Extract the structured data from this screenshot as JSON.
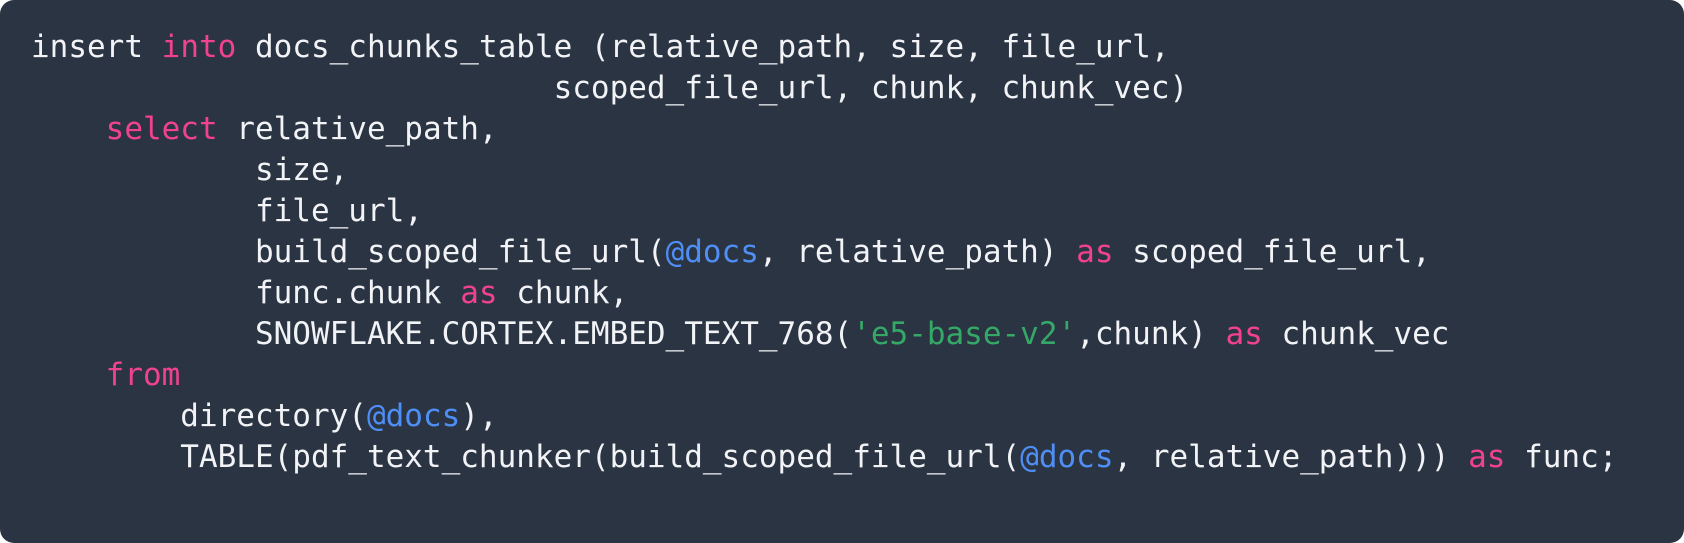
{
  "code_block": {
    "background": "#2b3442",
    "colors": {
      "plain": "#f1f3f6",
      "keyword": "#f1428f",
      "stage": "#4e8ef5",
      "string": "#35a868"
    },
    "lines": [
      {
        "tokens": [
          {
            "text": "insert ",
            "type": "plain"
          },
          {
            "text": "into",
            "type": "keyword"
          },
          {
            "text": " docs_chunks_table (relative_path, size, file_url,",
            "type": "plain"
          }
        ]
      },
      {
        "tokens": [
          {
            "text": "                            scoped_file_url, chunk, chunk_vec)",
            "type": "plain"
          }
        ]
      },
      {
        "tokens": [
          {
            "text": "    ",
            "type": "plain"
          },
          {
            "text": "select",
            "type": "keyword"
          },
          {
            "text": " relative_path, ",
            "type": "plain"
          }
        ]
      },
      {
        "tokens": [
          {
            "text": "            size,",
            "type": "plain"
          }
        ]
      },
      {
        "tokens": [
          {
            "text": "            file_url, ",
            "type": "plain"
          }
        ]
      },
      {
        "tokens": [
          {
            "text": "            build_scoped_file_url(",
            "type": "plain"
          },
          {
            "text": "@docs",
            "type": "stage"
          },
          {
            "text": ", relative_path) ",
            "type": "plain"
          },
          {
            "text": "as",
            "type": "keyword"
          },
          {
            "text": " scoped_file_url,",
            "type": "plain"
          }
        ]
      },
      {
        "tokens": [
          {
            "text": "            func.chunk ",
            "type": "plain"
          },
          {
            "text": "as",
            "type": "keyword"
          },
          {
            "text": " chunk,",
            "type": "plain"
          }
        ]
      },
      {
        "tokens": [
          {
            "text": "            SNOWFLAKE.CORTEX.EMBED_TEXT_768(",
            "type": "plain"
          },
          {
            "text": "'e5-base-v2'",
            "type": "string"
          },
          {
            "text": ",chunk) ",
            "type": "plain"
          },
          {
            "text": "as",
            "type": "keyword"
          },
          {
            "text": " chunk_vec",
            "type": "plain"
          }
        ]
      },
      {
        "tokens": [
          {
            "text": "    ",
            "type": "plain"
          },
          {
            "text": "from",
            "type": "keyword"
          },
          {
            "text": " ",
            "type": "plain"
          }
        ]
      },
      {
        "tokens": [
          {
            "text": "        directory(",
            "type": "plain"
          },
          {
            "text": "@docs",
            "type": "stage"
          },
          {
            "text": "),",
            "type": "plain"
          }
        ]
      },
      {
        "tokens": [
          {
            "text": "        TABLE(pdf_text_chunker(build_scoped_file_url(",
            "type": "plain"
          },
          {
            "text": "@docs",
            "type": "stage"
          },
          {
            "text": ", relative_path))) ",
            "type": "plain"
          },
          {
            "text": "as",
            "type": "keyword"
          },
          {
            "text": " func;",
            "type": "plain"
          }
        ]
      }
    ]
  }
}
